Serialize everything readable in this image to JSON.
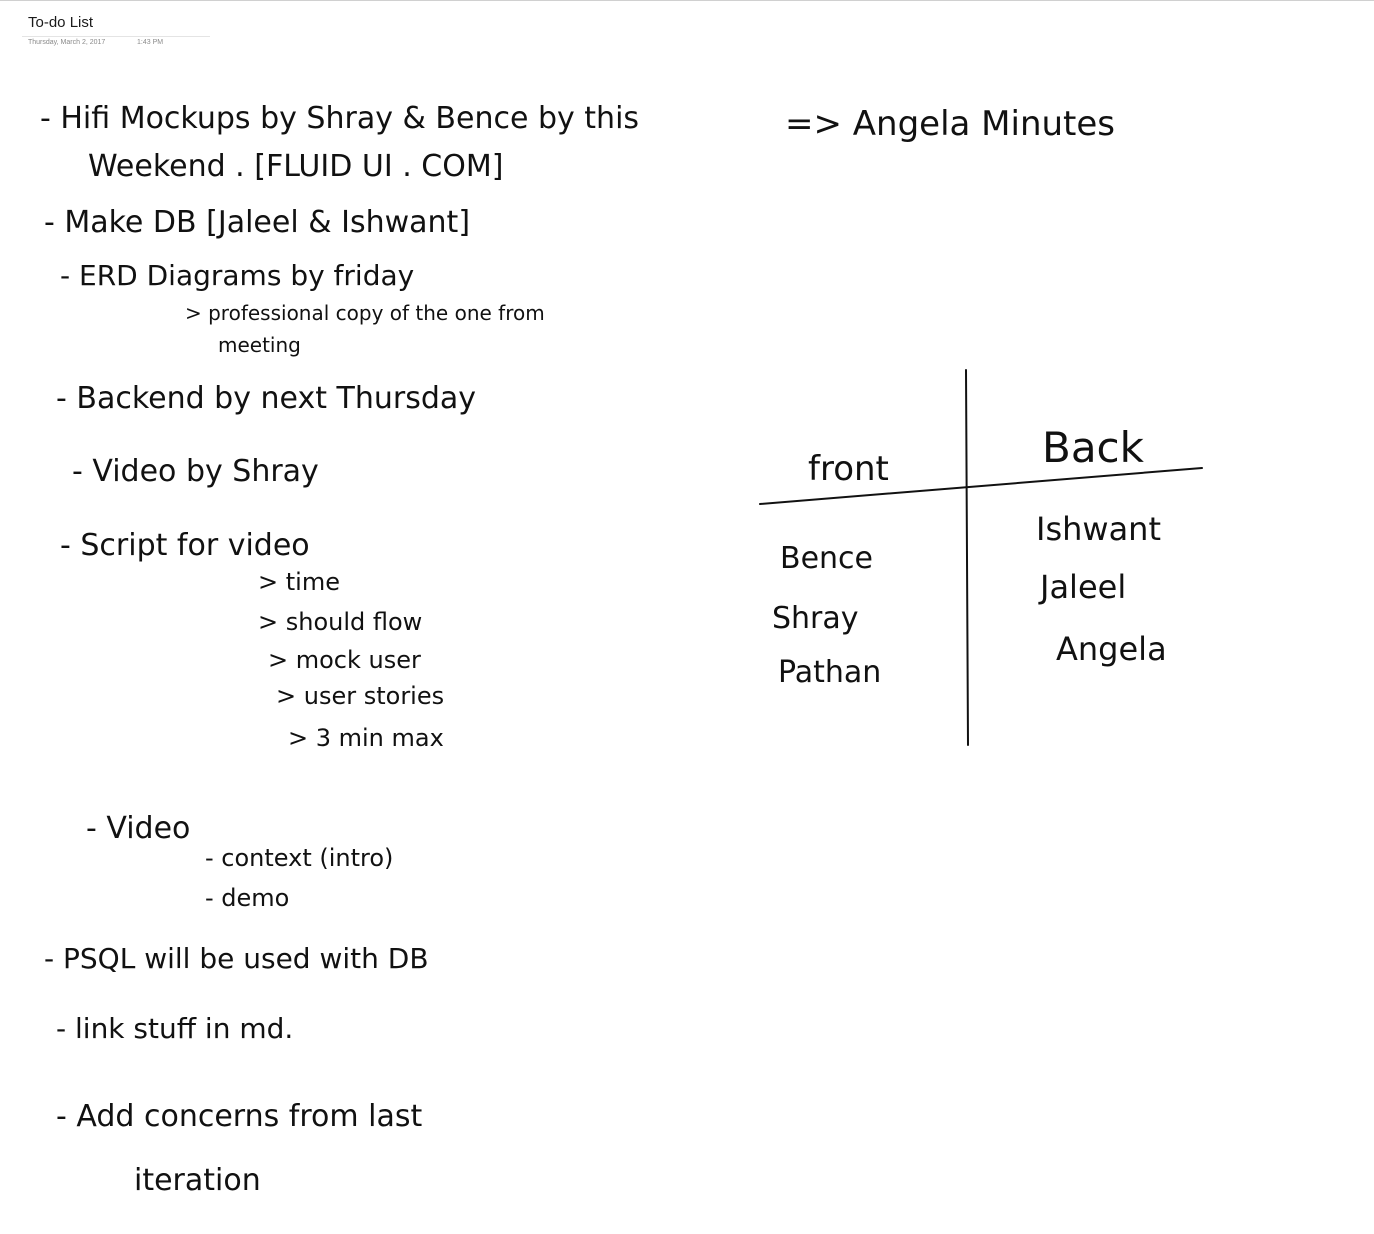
{
  "note": {
    "title": "To-do List",
    "date": "Thursday, March 2, 2017",
    "time": "1:43 PM"
  },
  "colors": {
    "ink": "#111111",
    "meta_text": "#8a8a8a"
  },
  "todo": [
    {
      "text": "- Hifi Mockups by Shray & Bence by this"
    },
    {
      "text": "Weekend . [FLUID UI . COM]"
    },
    {
      "text": "- Make DB [Jaleel & Ishwant]"
    },
    {
      "text": "- ERD Diagrams by friday"
    },
    {
      "text": "> professional copy of the one from"
    },
    {
      "text": "meeting"
    },
    {
      "text": "- Backend by next Thursday"
    },
    {
      "text": "- Video by Shray"
    },
    {
      "text": "- Script for video"
    },
    {
      "text": "> time"
    },
    {
      "text": "> should flow"
    },
    {
      "text": "> mock user"
    },
    {
      "text": "> user stories"
    },
    {
      "text": "> 3 min max"
    },
    {
      "text": "- Video"
    },
    {
      "text": "- context (intro)"
    },
    {
      "text": "- demo"
    },
    {
      "text": "- PSQL will be used with DB"
    },
    {
      "text": "- link stuff in md."
    },
    {
      "text": "- Add concerns from last"
    },
    {
      "text": "iteration"
    }
  ],
  "minutes": {
    "text": "=> Angela Minutes"
  },
  "team_table": {
    "headers": [
      "front",
      "Back"
    ],
    "front": [
      "Bence",
      "Shray",
      "Pathan"
    ],
    "back": [
      "Ishwant",
      "Jaleel",
      "Angela"
    ]
  }
}
